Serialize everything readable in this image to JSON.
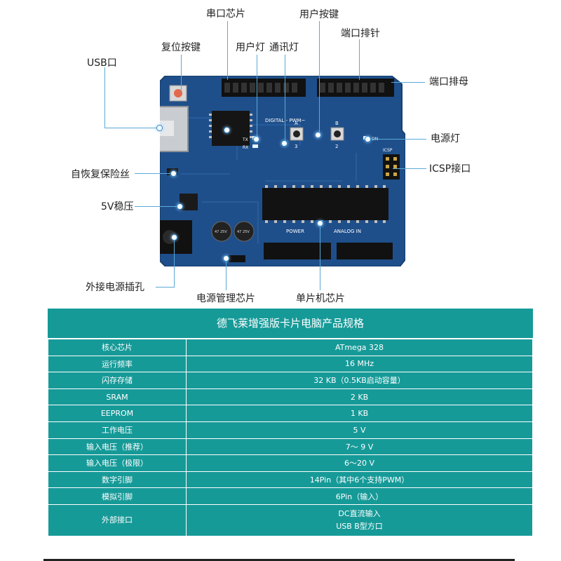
{
  "diagram": {
    "labels": {
      "serial_chip": "串口芯片",
      "user_button": "用户按键",
      "port_header_pins": "端口排针",
      "usb_port": "USB口",
      "reset_button": "复位按键",
      "user_led": "用户灯",
      "comm_led": "通讯灯",
      "port_header_female": "端口排母",
      "power_led": "电源灯",
      "icsp_port": "ICSP接口",
      "fuse": "自恢复保险丝",
      "regulator": "5V稳压",
      "ext_power_jack": "外接电源插孔",
      "power_chip": "电源管理芯片",
      "mcu_chip": "单片机芯片"
    },
    "board_text": {
      "digital": "DIGITAL - PWM~",
      "power": "POWER",
      "analog": "ANALOG IN",
      "tx": "TX",
      "rx": "RX",
      "on": "ON",
      "icsp": "ICSP",
      "a": "A",
      "b": "B",
      "n3": "3",
      "n2": "2",
      "cap1": "47 25V",
      "cap2": "47 25V"
    }
  },
  "spec_table": {
    "title": "德飞莱增强版卡片电脑产品规格",
    "rows": [
      {
        "key": "核心芯片",
        "value": "ATmega 328"
      },
      {
        "key": "运行频率",
        "value": "16 MHz"
      },
      {
        "key": "闪存存储",
        "value": "32 KB（0.5KB启动容量）"
      },
      {
        "key": "SRAM",
        "value": "2 KB"
      },
      {
        "key": "EEPROM",
        "value": "1 KB"
      },
      {
        "key": "工作电压",
        "value": "5 V"
      },
      {
        "key": "输入电压（推荐）",
        "value": "7～ 9 V"
      },
      {
        "key": "输入电压（极限）",
        "value": "6～20 V"
      },
      {
        "key": "数字引脚",
        "value": "14Pin（其中6个支持PWM）"
      },
      {
        "key": "模拟引脚",
        "value": "6Pin（输入）"
      }
    ],
    "interface_row": {
      "key": "外部接口",
      "value_line1": "DC直流输入",
      "value_line2": "USB B型方口"
    }
  },
  "colors": {
    "board": "#1f4f8a",
    "table": "#169a98",
    "callout_line": "#5aa9d6"
  }
}
